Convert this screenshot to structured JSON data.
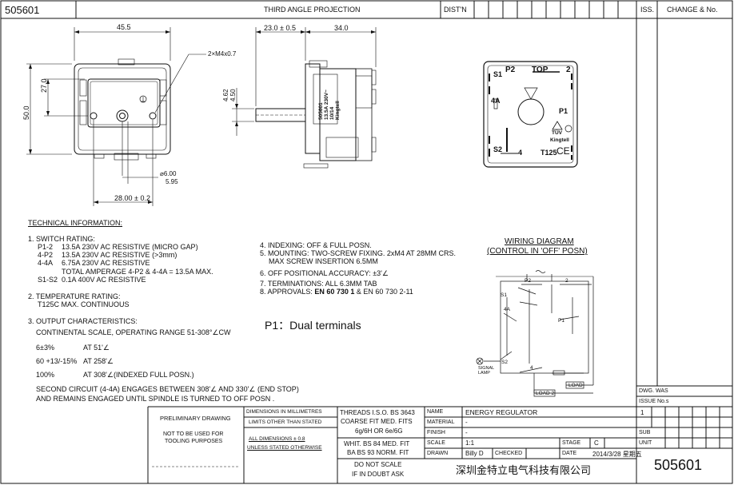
{
  "header": {
    "drawing_no": "505601",
    "projection": "THIRD ANGLE PROJECTION",
    "dist": "DIST'N",
    "iss": "ISS.",
    "change": "CHANGE & No."
  },
  "dims": {
    "width": "45.5",
    "height_inner": "27.0",
    "height": "50.0",
    "screw": "2×M4x0.7",
    "spacing": "28.00 ± 0.2",
    "shaft_outer": "6.00",
    "shaft_inner": "5.95",
    "side_a": "23.0 ± 0.5",
    "side_b": "34.0",
    "side_c1": "4.62",
    "side_c2": "4.50"
  },
  "product_label": {
    "line1": "505601",
    "line2": "13.5A  230V~",
    "line3": "10/14",
    "line4": "Kingtell"
  },
  "face": {
    "p2": "P2",
    "top": "TOP",
    "t2": "2",
    "s1": "S1",
    "a4": "4A",
    "p1": "P1",
    "s2": "S2",
    "t4": "4",
    "t125": "T125",
    "brand": "Kingtell",
    "ce": "CE",
    "tuv": "TÜV"
  },
  "tech": {
    "title": "TECHNICAL INFORMATION:",
    "sw_title": "1. SWITCH RATING:",
    "sw1_k": "P1-2",
    "sw1_v": "13.5A 230V AC RESISTIVE (MICRO GAP)",
    "sw2_k": "4-P2",
    "sw2_v": "13.5A 230V AC RESISTIVE (>3mm)",
    "sw3_k": "4-4A",
    "sw3_v": "6.75A 230V AC RESISTIVE",
    "sw_total": "TOTAL AMPERAGE 4-P2 & 4-4A = 13.5A MAX.",
    "sw4_k": "S1-S2",
    "sw4_v": "0.1A 400V AC RESISTIVE",
    "temp_title": "2. TEMPERATURE RATING:",
    "temp_v": "T125C MAX. CONTINUOUS",
    "out_title": "3. OUTPUT CHARACTERISTICS:",
    "out_scale": "CONTINENTAL SCALE, OPERATING RANGE 51-308°∠CW",
    "r1_k": "6±3%",
    "r1_v": "AT 51'∠",
    "r2_k": "60 +13/-15%",
    "r2_v": "AT 258'∠",
    "r3_k": "100%",
    "r3_v": "AT 308'∠(INDEXED FULL POSN.)",
    "second1": "SECOND CIRCUIT (4-4A) ENGAGES BETWEEN 308'∠ AND 330'∠ (END STOP)",
    "second2": "AND REMAINS ENGAGED UNTIL SPINDLE IS TURNED TO OFF POSN .",
    "n4": "4. INDEXING: OFF & FULL POSN.",
    "n5a": "5. MOUNTING: TWO-SCREW FIXING. 2xM4 AT 28MM CRS.",
    "n5b": "MAX SCREW INSERTION 6.5MM",
    "n6": "6. OFF POSITIONAL ACCURACY: ±3'∠",
    "n7": "7. TERMINATIONS: ALL 6.3MM TAB",
    "n8a": "8. APPROVALS: ",
    "n8b": "EN 60 730 1",
    "n8c": " & EN 60 730 2-11",
    "p1note": "P1：Dual terminals"
  },
  "wiring": {
    "title1": "WIRING DIAGRAM",
    "title2": "(CONTROL IN 'OFF' POSN)",
    "tilde": "~",
    "p2": "P2",
    "t2": "2",
    "s1": "S1",
    "a4": "4A",
    "p1": "P1",
    "s2": "S2",
    "t4": "4",
    "lamp1": "SIGNAL",
    "lamp2": "LAMP",
    "load": "LOAD",
    "load2": "LOAD 2"
  },
  "title_block": {
    "prelim": "PRELIMINARY DRAWING",
    "not1": "NOT TO BE USED FOR",
    "not2": "TOOLING PURPOSES",
    "dim_mm": "DIMENSIONS IN MILLIMETRES",
    "limits": "LIMITS OTHER THAN STATED",
    "all_dims": "ALL DIMENSIONS ± 0.8",
    "unless": "UNLESS STATED OTHERWISE",
    "threads": "THREADS I.S.O. BS 3643",
    "coarse": "COARSE FIT MED. FITS",
    "fits": "6g/6H OR 6e/6G",
    "whit": "WHIT. BS 84 MED. FIT",
    "ba": "BA BS 93 NORM. FIT",
    "noscale1": "DO NOT SCALE",
    "noscale2": "IF IN DOUBT ASK",
    "name_k": "NAME",
    "name_v": "ENERGY REGULATOR",
    "material_k": "MATERIAL",
    "material_v": "-",
    "finish_k": "FINISH",
    "finish_v": "-",
    "scale_k": "SCALE",
    "scale_v": "1:1",
    "stage_k": "STAGE",
    "stage_v": "C",
    "drawn_k": "DRAWN",
    "drawn_v": "Billy D",
    "checked_k": "CHECKED",
    "date_k": "DATE",
    "date_v": "2014/3/28 星期五",
    "company": "深圳金特立电气科技有限公司",
    "dwg_no": "505601",
    "dwg_was": "DWG. WAS",
    "issue_nos": "ISSUE No.s",
    "issue_v": "1",
    "sub": "SUB",
    "unit": "UNIT"
  }
}
